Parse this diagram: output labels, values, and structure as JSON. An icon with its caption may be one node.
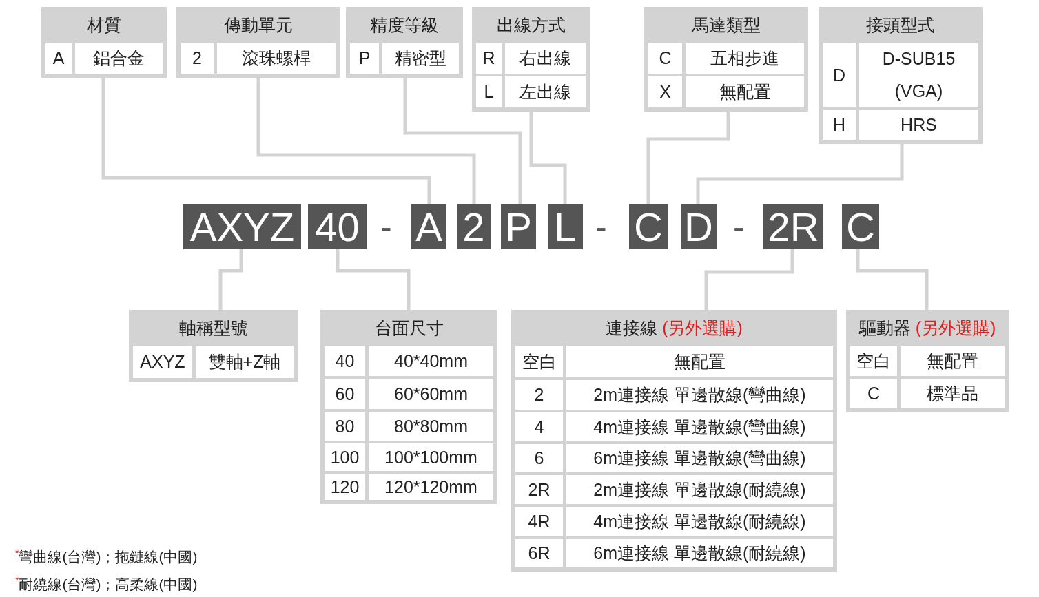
{
  "diagram": {
    "nodes": [
      {
        "text": [
          "材質"
        ]
      },
      {
        "text": [
          "A"
        ],
        "in": 0
      },
      {
        "text": [
          "鋁合金"
        ],
        "in": 0
      },
      {
        "text": [
          "傳動單元"
        ]
      },
      {
        "text": [
          "2"
        ],
        "in": 3
      },
      {
        "text": [
          "滾珠螺桿"
        ],
        "in": 3
      },
      {
        "text": [
          "精度等級"
        ]
      },
      {
        "text": [
          "P"
        ],
        "in": 6
      },
      {
        "text": [
          "精密型"
        ],
        "in": 6
      },
      {
        "text": [
          "出線方式"
        ]
      },
      {
        "text": [
          "R"
        ],
        "in": 9
      },
      {
        "text": [
          "右出線"
        ],
        "in": 9
      },
      {
        "text": [
          "L"
        ],
        "in": 9
      },
      {
        "text": [
          "左出線"
        ],
        "in": 9
      },
      {
        "text": [
          "馬達類型"
        ]
      },
      {
        "text": [
          "C"
        ],
        "in": 14
      },
      {
        "text": [
          "五相步進"
        ],
        "in": 14
      },
      {
        "text": [
          "X"
        ],
        "in": 14
      },
      {
        "text": [
          "無配置"
        ],
        "in": 14
      },
      {
        "text": [
          "接頭型式"
        ]
      },
      {
        "text": [
          "D"
        ],
        "in": 19
      },
      {
        "text": [
          "D-SUB15 (VGA)"
        ],
        "in": 19
      },
      {
        "text": [
          "H"
        ],
        "in": 19
      },
      {
        "text": [
          "HRS"
        ],
        "in": 19
      },
      {
        "text": [
          "AXYZ"
        ]
      },
      {
        "text": [
          "40"
        ]
      },
      {
        "text": [
          "A"
        ]
      },
      {
        "text": [
          "2"
        ]
      },
      {
        "text": [
          "P"
        ]
      },
      {
        "text": [
          "L"
        ]
      },
      {
        "text": [
          "C"
        ]
      },
      {
        "text": [
          "D"
        ]
      },
      {
        "text": [
          "2R"
        ]
      },
      {
        "text": [
          "C"
        ]
      },
      {
        "text": [
          "軸稱型號"
        ]
      },
      {
        "text": [
          "AXYZ"
        ],
        "in": 34
      },
      {
        "text": [
          "雙軸+Z軸"
        ],
        "in": 34
      },
      {
        "text": [
          "台面尺寸"
        ]
      },
      {
        "text": [
          "40"
        ],
        "in": 37
      },
      {
        "text": [
          "40*40mm"
        ],
        "in": 37
      },
      {
        "text": [
          "60"
        ],
        "in": 37
      },
      {
        "text": [
          "60*60mm"
        ],
        "in": 37
      },
      {
        "text": [
          "80"
        ],
        "in": 37
      },
      {
        "text": [
          "80*80mm"
        ],
        "in": 37
      },
      {
        "text": [
          "100"
        ],
        "in": 37
      },
      {
        "text": [
          "100*100mm"
        ],
        "in": 37
      },
      {
        "text": [
          "120"
        ],
        "in": 37
      },
      {
        "text": [
          "120*120mm"
        ],
        "in": 37
      },
      {
        "text": [
          "連接線",
          "(另外選購)"
        ]
      },
      {
        "text": [
          "空白"
        ],
        "in": 48
      },
      {
        "text": [
          "無配置"
        ],
        "in": 48
      },
      {
        "text": [
          "2"
        ],
        "in": 48
      },
      {
        "text": [
          "2m連接線 單邊散線(彎曲線)"
        ],
        "in": 48
      },
      {
        "text": [
          "4"
        ],
        "in": 48
      },
      {
        "text": [
          "4m連接線 單邊散線(彎曲線)"
        ],
        "in": 48
      },
      {
        "text": [
          "6"
        ],
        "in": 48
      },
      {
        "text": [
          "6m連接線 單邊散線(彎曲線)"
        ],
        "in": 48
      },
      {
        "text": [
          "2R"
        ],
        "in": 48
      },
      {
        "text": [
          "2m連接線 單邊散線(耐繞線)"
        ],
        "in": 48
      },
      {
        "text": [
          "4R"
        ],
        "in": 48
      },
      {
        "text": [
          "4m連接線 單邊散線(耐繞線)"
        ],
        "in": 48
      },
      {
        "text": [
          "6R"
        ],
        "in": 48
      },
      {
        "text": [
          "6m連接線 單邊散線(耐繞線)"
        ],
        "in": 48
      },
      {
        "text": [
          "驅動器",
          "(另外選購)"
        ]
      },
      {
        "text": [
          "空白"
        ],
        "in": 63
      },
      {
        "text": [
          "無配置"
        ],
        "in": 63
      },
      {
        "text": [
          "C"
        ],
        "in": 63
      },
      {
        "text": [
          "標準品"
        ],
        "in": 63
      }
    ],
    "edges": [
      {
        "from": 0,
        "to": 26,
        "arrow": "none"
      },
      {
        "from": 3,
        "to": 27,
        "arrow": "none"
      },
      {
        "from": 6,
        "to": 28,
        "arrow": "none"
      },
      {
        "from": 9,
        "to": 29,
        "arrow": "none"
      },
      {
        "from": 14,
        "to": 30,
        "arrow": "none"
      },
      {
        "from": 19,
        "to": 31,
        "arrow": "none"
      },
      {
        "from": 34,
        "to": 24,
        "arrow": "none"
      },
      {
        "from": 37,
        "to": 25,
        "arrow": "none"
      },
      {
        "from": 48,
        "to": 32,
        "arrow": "none"
      },
      {
        "from": 63,
        "to": 33,
        "arrow": "none"
      }
    ],
    "labels": [
      "-",
      "-",
      "-",
      "$^{*}$彎曲線(台灣)；拖鏈線(中國)",
      "$^{*}$耐繞線(台灣)；高柔線(中國)"
    ]
  }
}
